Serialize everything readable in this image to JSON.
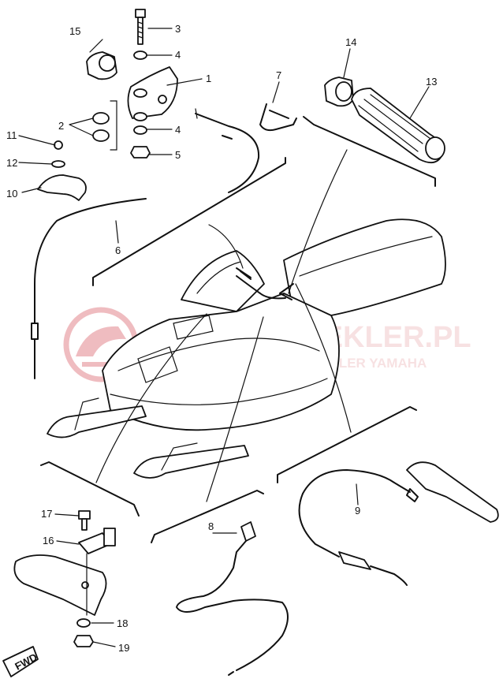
{
  "watermark": {
    "brand": "WAGNER-EKLER.PL",
    "tagline": "WOJCIECH WAGNER - DEALER YAMAHA",
    "color": "#e9a3a8"
  },
  "fwd_label": "FWD",
  "callouts": [
    {
      "id": "1",
      "label": "1"
    },
    {
      "id": "2",
      "label": "2"
    },
    {
      "id": "3",
      "label": "3"
    },
    {
      "id": "4a",
      "label": "4"
    },
    {
      "id": "4b",
      "label": "4"
    },
    {
      "id": "5",
      "label": "5"
    },
    {
      "id": "6",
      "label": "6"
    },
    {
      "id": "7",
      "label": "7"
    },
    {
      "id": "8",
      "label": "8"
    },
    {
      "id": "9",
      "label": "9"
    },
    {
      "id": "10",
      "label": "10"
    },
    {
      "id": "11",
      "label": "11"
    },
    {
      "id": "12",
      "label": "12"
    },
    {
      "id": "13",
      "label": "13"
    },
    {
      "id": "14",
      "label": "14"
    },
    {
      "id": "15",
      "label": "15"
    },
    {
      "id": "16",
      "label": "16"
    },
    {
      "id": "17",
      "label": "17"
    },
    {
      "id": "18",
      "label": "18"
    },
    {
      "id": "19",
      "label": "19"
    }
  ]
}
